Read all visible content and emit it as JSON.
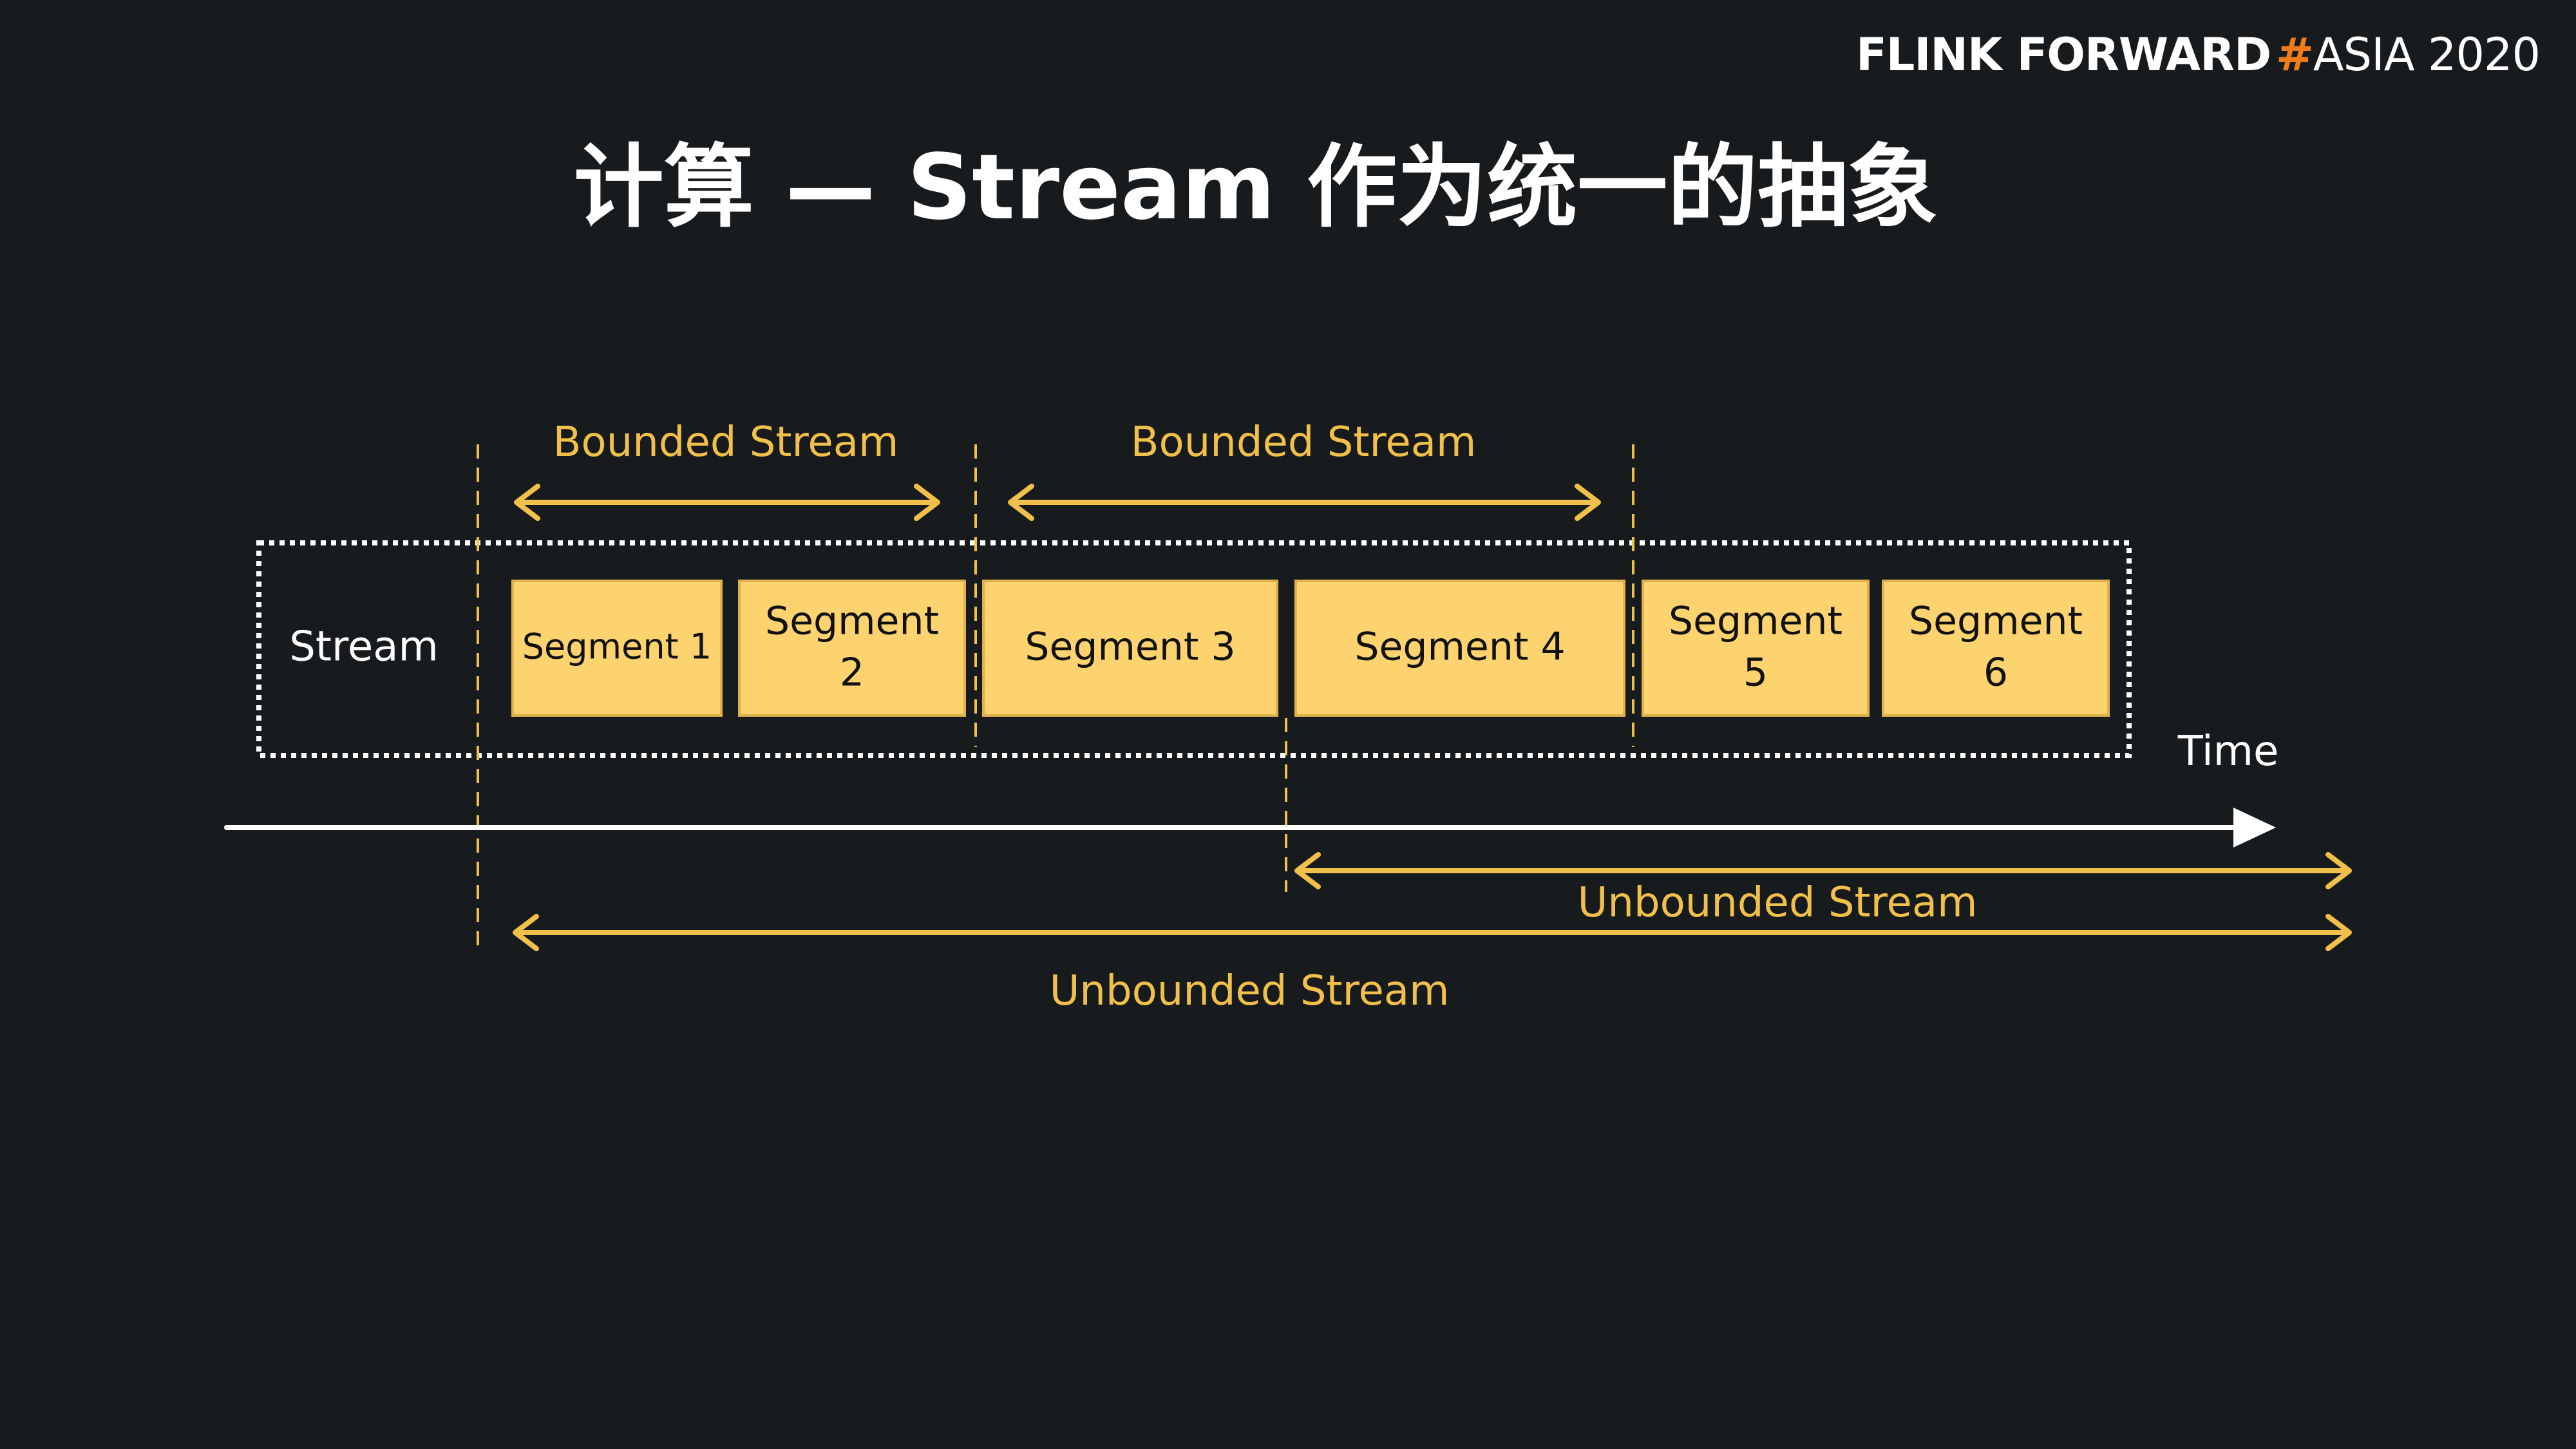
{
  "brand": {
    "part1": "FLINK FORWARD",
    "hash": "#",
    "part2": "ASIA 2020"
  },
  "title": "计算 — Stream 作为统一的抽象",
  "diagram": {
    "stream_label": "Stream",
    "time_label": "Time",
    "segments": {
      "s1": "Segment 1",
      "s2_line1": "Segment",
      "s2_line2": "2",
      "s3": "Segment 3",
      "s4": "Segment 4",
      "s5_line1": "Segment",
      "s5_line2": "5",
      "s6_line1": "Segment",
      "s6_line2": "6"
    },
    "bounded_1": "Bounded Stream",
    "bounded_2": "Bounded Stream",
    "unbounded_1": "Unbounded Stream",
    "unbounded_2": "Unbounded Stream"
  },
  "colors": {
    "background": "#181b1e",
    "segment_fill": "#fcd36e",
    "gold": "#f1c04b",
    "accent": "#f07c19"
  }
}
